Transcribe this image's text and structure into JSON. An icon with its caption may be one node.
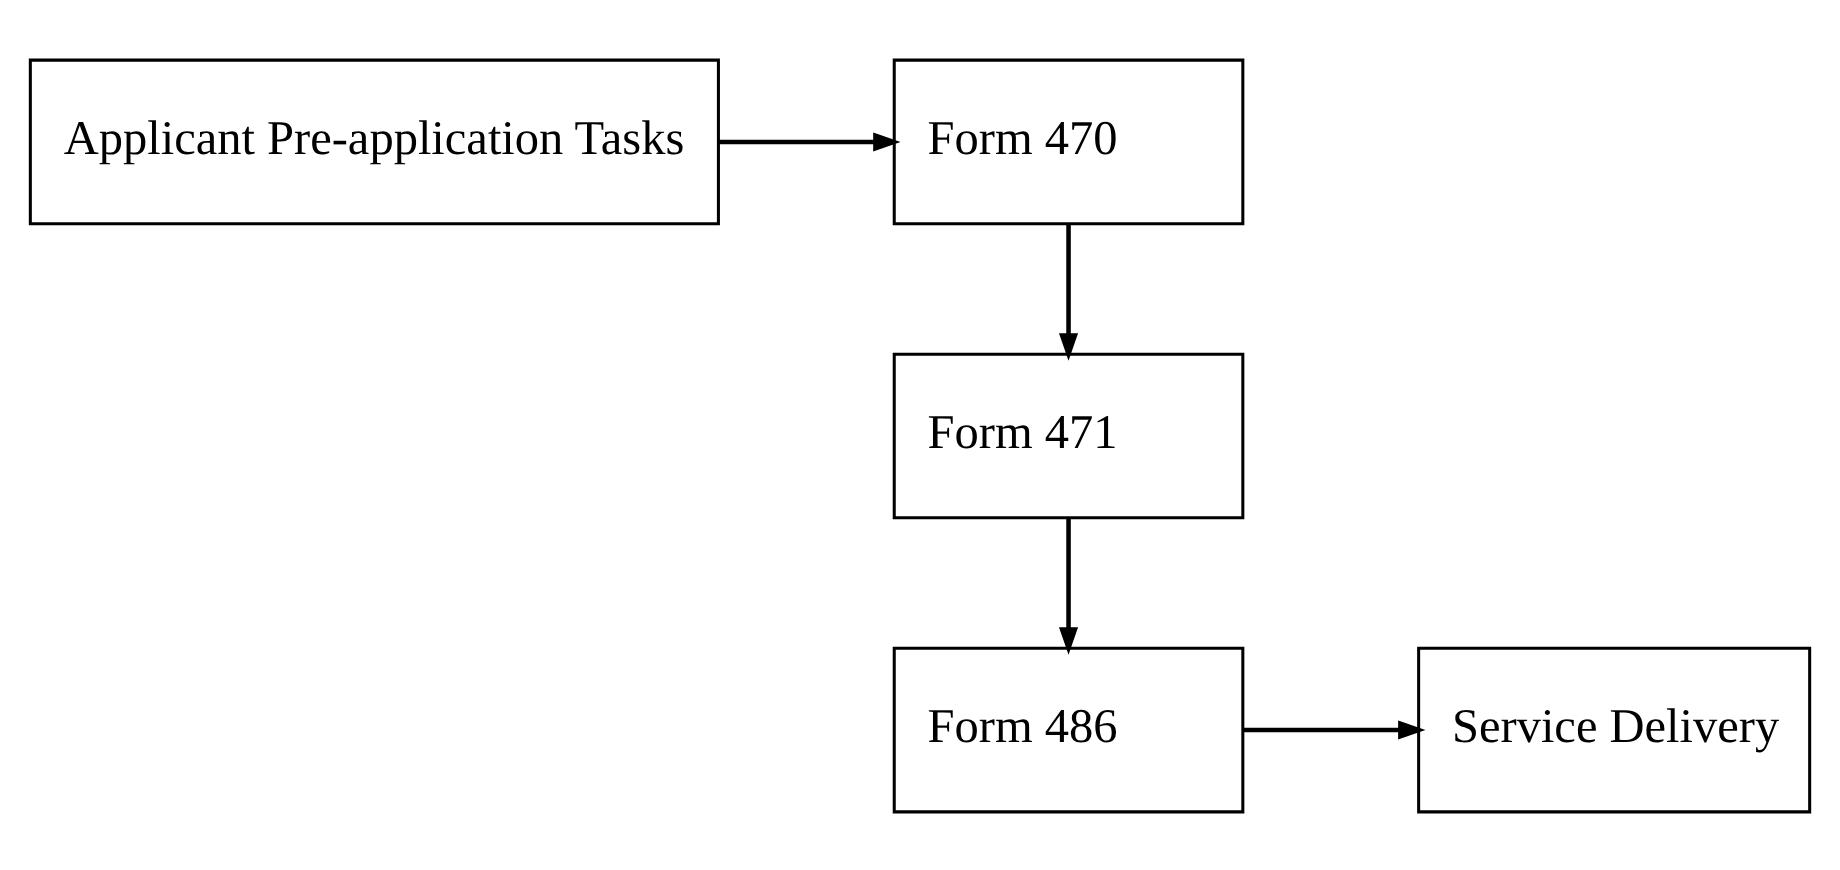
{
  "diagram": {
    "nodes": [
      {
        "text": [
          "Applicant Pre-application Tasks"
        ]
      },
      {
        "text": [
          "Form 470"
        ]
      },
      {
        "text": [
          "Form 471"
        ]
      },
      {
        "text": [
          "Form 486"
        ]
      },
      {
        "text": [
          "Service Delivery"
        ]
      }
    ],
    "edges": [
      {
        "from": 0,
        "to": 1,
        "arrow": "to"
      },
      {
        "from": 1,
        "to": 2,
        "arrow": "to"
      },
      {
        "from": 2,
        "to": 3,
        "arrow": "to"
      },
      {
        "from": 3,
        "to": 4,
        "arrow": "to"
      }
    ]
  }
}
